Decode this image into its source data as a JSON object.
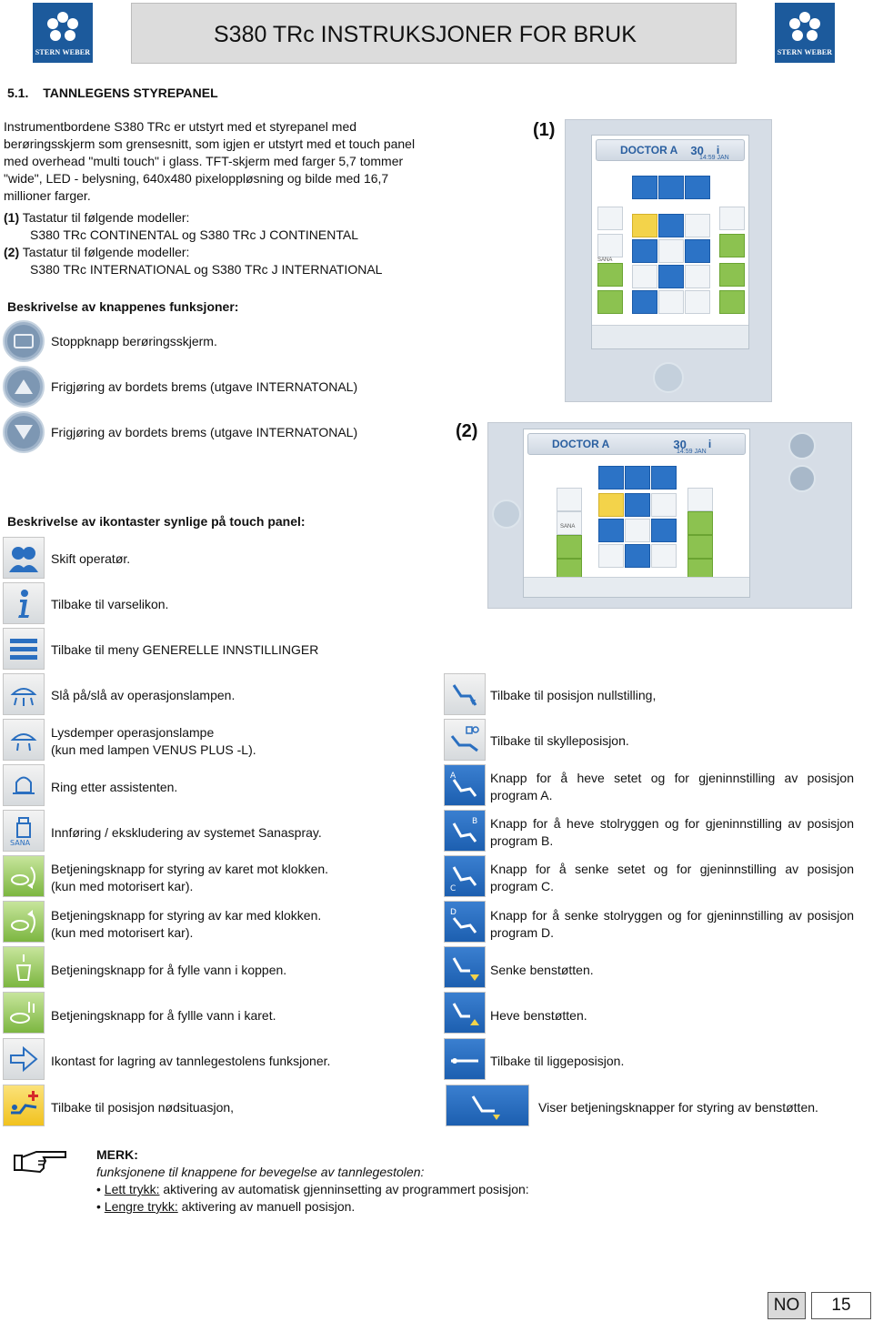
{
  "header": {
    "logo_text": "STERN WEBER",
    "title": "S380 TRc INSTRUKSJONER FOR BRUK"
  },
  "section": {
    "number": "5.1.",
    "title": "TANNLEGENS STYREPANEL"
  },
  "intro": {
    "line1": "Instrumentbordene S380 TRc er utstyrt med et styrepanel med",
    "line2": "berøringsskjerm som grensesnitt, som igjen er utstyrt med et touch panel",
    "line3": "med overhead \"multi touch\" i glass. TFT-skjerm med farger 5,7 tommer",
    "line4": "\"wide\", LED - belysning, 640x480 pixeloppløsning og bilde med 16,7",
    "line5": "millioner farger."
  },
  "models": {
    "kb1_label": "(1)",
    "kb1_text": "Tastatur til følgende modeller:",
    "kb1_models": "S380 TRc CONTINENTAL og S380 TRc J CONTINENTAL",
    "kb2_label": "(2)",
    "kb2_text": "Tastatur til følgende modeller:",
    "kb2_models": "S380 TRc INTERNATIONAL og S380 TRc J INTERNATIONAL"
  },
  "buttons_heading": "Beskrivelse av knappenes funksjoner:",
  "buttons": [
    {
      "icon": "stop-icon",
      "text": "Stoppknapp berøringsskjerm."
    },
    {
      "icon": "arrow-up-icon",
      "text": "Frigjøring av bordets brems (utgave INTERNATONAL)"
    },
    {
      "icon": "arrow-down-icon",
      "text": "Frigjøring av bordets brems (utgave INTERNATONAL)"
    }
  ],
  "figure1": {
    "label": "(1)",
    "doctor": "DOCTOR A",
    "time": "14:59",
    "date_day": "30",
    "date_month": "JAN",
    "sana": "SANA"
  },
  "figure2": {
    "label": "(2)",
    "doctor": "DOCTOR A",
    "time": "14:59",
    "date_day": "30",
    "date_month": "JAN",
    "sana": "SANA"
  },
  "icons_heading": "Beskrivelse av ikontaster synlige på touch panel:",
  "icons_single": [
    {
      "icon": "operators-icon",
      "text": "Skift operatør."
    },
    {
      "icon": "info-icon",
      "text": "Tilbake til varselikon."
    },
    {
      "icon": "menu-icon",
      "text": "Tilbake til meny GENERELLE INNSTILLINGER"
    }
  ],
  "icons_left": [
    {
      "icon": "lamp-icon",
      "l1": "Slå på/slå av operasjonslampen.",
      "l2": ""
    },
    {
      "icon": "lamp-dimmer-icon",
      "l1": "Lysdemper operasjonslampe",
      "l2": "(kun med lampen VENUS PLUS -L)."
    },
    {
      "icon": "bell-icon",
      "l1": "Ring etter assistenten.",
      "l2": ""
    },
    {
      "icon": "sanaspray-icon",
      "l1": "Innføring / ekskludering av systemet Sanaspray.",
      "l2": ""
    },
    {
      "icon": "bowl-ccw-icon",
      "l1": "Betjeningsknapp for styring av karet mot klokken.",
      "l2": "(kun med motorisert kar)."
    },
    {
      "icon": "bowl-cw-icon",
      "l1": "Betjeningsknapp for styring av kar med klokken.",
      "l2": "(kun med motorisert kar)."
    },
    {
      "icon": "cup-fill-icon",
      "l1": "Betjeningsknapp for å fylle vann i koppen.",
      "l2": ""
    },
    {
      "icon": "bowl-fill-icon",
      "l1": "Betjeningsknapp for å fyllle vann i karet.",
      "l2": ""
    },
    {
      "icon": "save-arrow-icon",
      "l1": "Ikontast for lagring av tannlegestolens funksjoner.",
      "l2": ""
    },
    {
      "icon": "emergency-icon",
      "l1": "Tilbake til posisjon nødsituasjon,",
      "l2": ""
    }
  ],
  "icons_right": [
    {
      "icon": "chair-zero-icon",
      "l1": "Tilbake til posisjon nullstilling,",
      "l2": ""
    },
    {
      "icon": "chair-rinse-icon",
      "l1": "Tilbake til skylleposisjon.",
      "l2": ""
    },
    {
      "icon": "chair-a-icon",
      "l1": "Knapp for å heve setet og for gjeninnstilling av posisjon",
      "l2": "program A."
    },
    {
      "icon": "chair-b-icon",
      "l1": "Knapp for å heve stolryggen og for gjeninnstilling av posisjon",
      "l2": "program B."
    },
    {
      "icon": "chair-c-icon",
      "l1": "Knapp for å senke setet og for gjeninnstilling av posisjon",
      "l2": "program C."
    },
    {
      "icon": "chair-d-icon",
      "l1": "Knapp for å senke stolryggen og for gjeninnstilling av posisjon",
      "l2": "program D."
    },
    {
      "icon": "legrest-down-icon",
      "l1": "Senke benstøtten.",
      "l2": ""
    },
    {
      "icon": "legrest-up-icon",
      "l1": "Heve benstøtten.",
      "l2": ""
    },
    {
      "icon": "chair-flat-icon",
      "l1": "Tilbake til liggeposisjon.",
      "l2": ""
    },
    {
      "icon": "legrest-buttons-icon",
      "l1": "Viser betjeningsknapper for styring av benstøtten.",
      "l2": ""
    }
  ],
  "note": {
    "title": "MERK:",
    "subtitle": "funksjonene til knappene for bevegelse av tannlegestolen:",
    "b1_u": "Lett trykk:",
    "b1_t": " aktivering av automatisk gjenninsetting av programmert posisjon:",
    "b2_u": "Lengre trykk:",
    "b2_t": " aktivering av manuell posisjon."
  },
  "footer": {
    "lang": "NO",
    "page": "15"
  },
  "colors": {
    "brand_blue": "#1c5a9c",
    "tile_blue": "#2c73c6",
    "tile_green": "#8cc250"
  }
}
